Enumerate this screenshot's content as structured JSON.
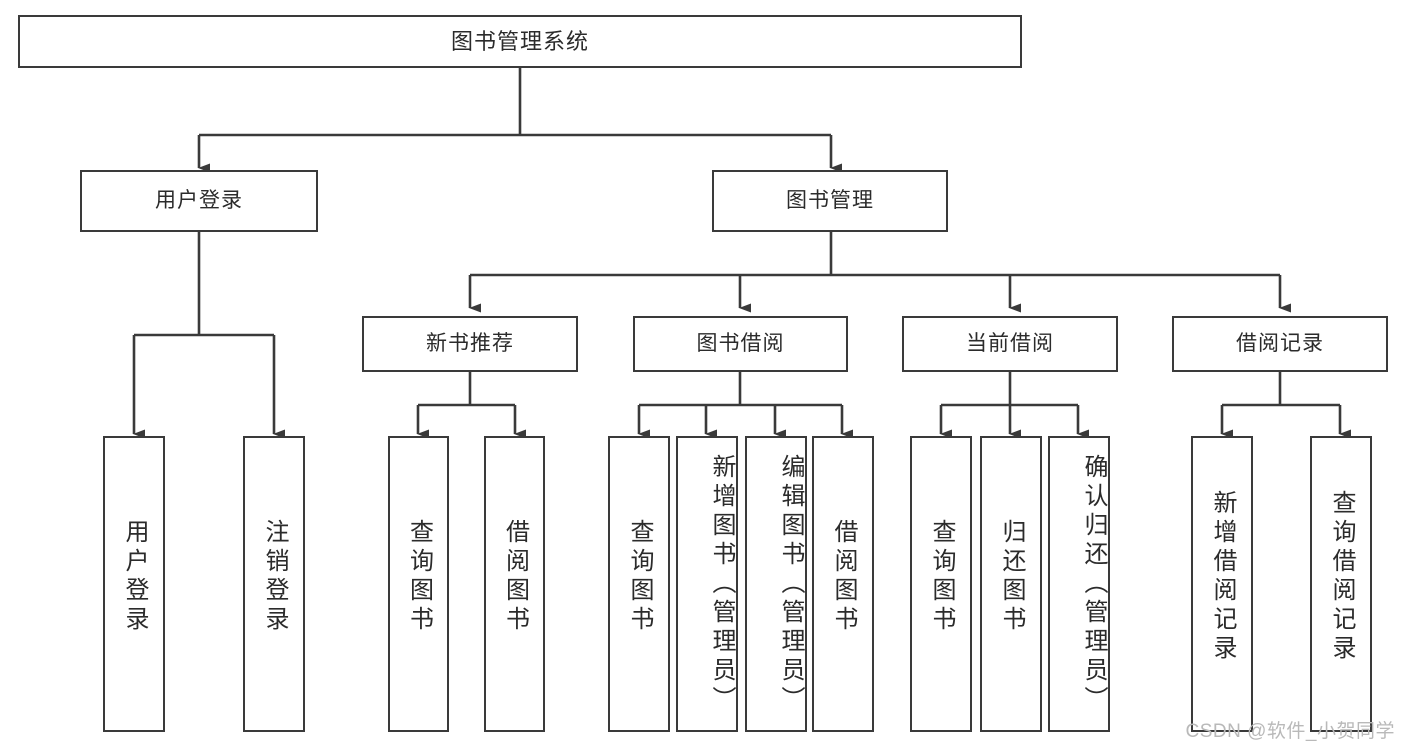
{
  "diagram": {
    "type": "tree",
    "title": "图书管理系统",
    "orientation": "top-down",
    "colors": {
      "line": "#3a3a3a",
      "box_border": "#3a3a3a",
      "box_fill": "#ffffff",
      "text": "#2b2b2b",
      "watermark": "#b9b9b9"
    },
    "nodes": {
      "root": {
        "label": "图书管理系统",
        "level": 0
      },
      "level1": [
        {
          "id": "user-login",
          "label": "用户登录"
        },
        {
          "id": "book-manage",
          "label": "图书管理"
        }
      ],
      "level2": [
        {
          "id": "new-book-recommend",
          "label": "新书推荐",
          "parent": "book-manage"
        },
        {
          "id": "book-borrow",
          "label": "图书借阅",
          "parent": "book-manage"
        },
        {
          "id": "current-borrow",
          "label": "当前借阅",
          "parent": "book-manage"
        },
        {
          "id": "borrow-record",
          "label": "借阅记录",
          "parent": "book-manage"
        }
      ],
      "leaves": [
        {
          "id": "leaf-user-login",
          "label": "用户登录",
          "parent": "user-login",
          "align": "mid"
        },
        {
          "id": "leaf-logout",
          "label": "注销登录",
          "parent": "user-login",
          "align": "mid"
        },
        {
          "id": "leaf-query-book-1",
          "label": "查询图书",
          "parent": "new-book-recommend",
          "align": "mid"
        },
        {
          "id": "leaf-borrow-book-1",
          "label": "借阅图书",
          "parent": "new-book-recommend",
          "align": "mid"
        },
        {
          "id": "leaf-query-book-2",
          "label": "查询图书",
          "parent": "book-borrow",
          "align": "mid"
        },
        {
          "id": "leaf-add-book",
          "label": "新增图书（管理员）",
          "parent": "book-borrow",
          "align": "top"
        },
        {
          "id": "leaf-edit-book",
          "label": "编辑图书（管理员）",
          "parent": "book-borrow",
          "align": "top"
        },
        {
          "id": "leaf-borrow-book-2",
          "label": "借阅图书",
          "parent": "book-borrow",
          "align": "mid"
        },
        {
          "id": "leaf-query-book-3",
          "label": "查询图书",
          "parent": "current-borrow",
          "align": "mid"
        },
        {
          "id": "leaf-return-book",
          "label": "归还图书",
          "parent": "current-borrow",
          "align": "mid"
        },
        {
          "id": "leaf-confirm-return",
          "label": "确认归还（管理员）",
          "parent": "current-borrow",
          "align": "top"
        },
        {
          "id": "leaf-add-record",
          "label": "新增借阅记录",
          "parent": "borrow-record",
          "align": "mid"
        },
        {
          "id": "leaf-query-record",
          "label": "查询借阅记录",
          "parent": "borrow-record",
          "align": "mid"
        }
      ]
    }
  },
  "watermark": {
    "text": "CSDN @软件_小贺同学"
  }
}
